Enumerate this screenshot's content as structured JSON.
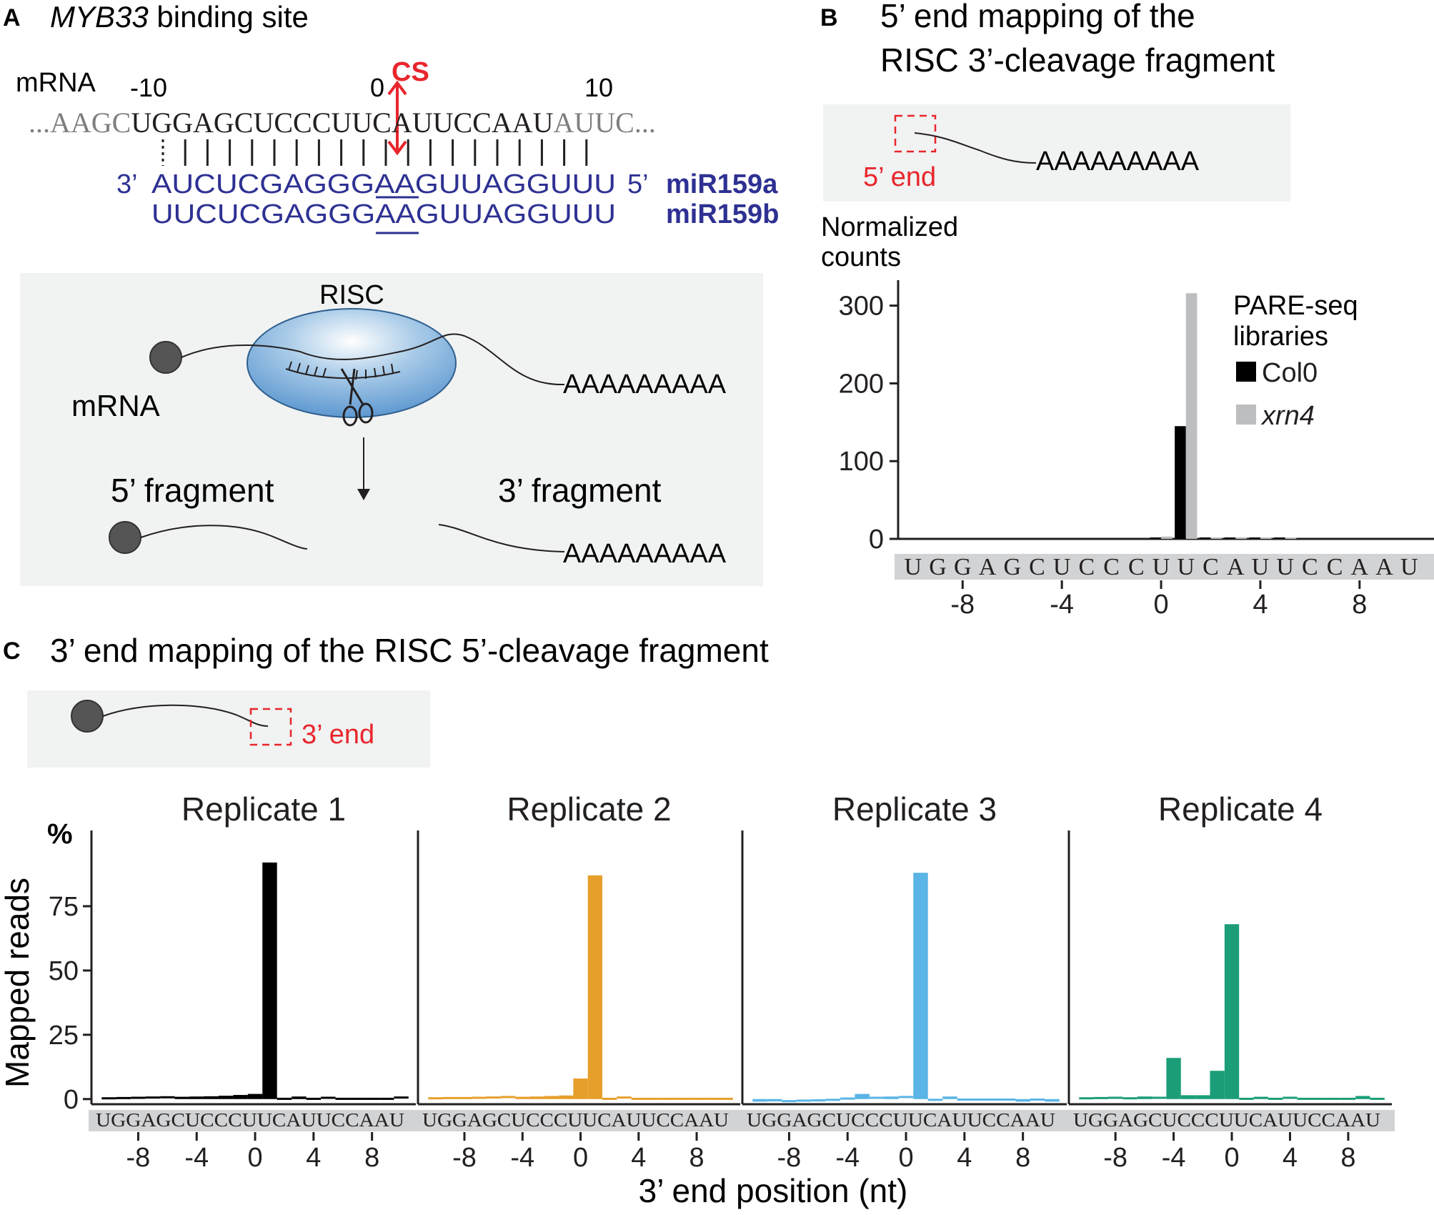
{
  "panel_a": {
    "letter": "A",
    "title_italic": "MYB33",
    "title_rest": " binding site",
    "mrna_label": "mRNA",
    "pos_minus10": "-10",
    "pos_0": "0",
    "pos_10": "10",
    "cs_label": "CS",
    "mrna_seq_left": "...AAGC",
    "mrna_seq_core": "UGGAGCUCCCUUCAUUCCAAU",
    "mrna_seq_right": "AUUC...",
    "pairing": "⋮ | | | | | | | | | | | | | | | | | | |",
    "mir_a_3": "3’",
    "mir_a_seq": "AUCUCGAGGGAAGUUAGGUUU",
    "mir_a_5": "5’",
    "mir_a_name": "miR159a",
    "mir_b_seq": "UUCUCGAGGGAAGUUAGGUUU",
    "mir_b_name": "miR159b",
    "schematic": {
      "risc": "RISC",
      "mrna": "mRNA",
      "polya": "AAAAAAAAA",
      "frag5": "5’ fragment",
      "frag3": "3’ fragment"
    }
  },
  "panel_b": {
    "letter": "B",
    "title_line1": "5’ end mapping of the",
    "title_line2": "RISC 3’-cleavage fragment",
    "end_label": "5’ end",
    "polya": "AAAAAAAAA",
    "ylabel_line1": "Normalized",
    "ylabel_line2": "counts",
    "legend_title_line1": "PARE-seq",
    "legend_title_line2": "libraries",
    "sequence": "UGGAGCUCCCUUCAUUCCAAU"
  },
  "panel_c": {
    "letter": "C",
    "title": "3’ end mapping of the RISC 5’-cleavage fragment",
    "end_label": "3’ end",
    "y_unit": "%",
    "ylabel": "Mapped reads",
    "xlabel": "3’ end position (nt)",
    "sequence": "UGGAGCUCCCUUCAUUCCAAU"
  },
  "colors": {
    "mir_blue": "#2e3192",
    "accent_red": "#e8262c",
    "gray_box": "#f1f2f2",
    "risc_blue": "#6fa8dc",
    "col0": "#000000",
    "xrn4": "#bcbec0",
    "rep1": "#000000",
    "rep2": "#e69f2b",
    "rep3": "#5ab4e5",
    "rep4": "#1b9e77"
  },
  "chart_data": [
    {
      "type": "bar",
      "ylabel": "Normalized counts",
      "xticks": [
        -8,
        -4,
        0,
        4,
        8
      ],
      "yticks": [
        0,
        100,
        200,
        300
      ],
      "ylim": [
        0,
        330
      ],
      "xlim": [
        -10.6,
        11
      ],
      "legend_title": "PARE-seq libraries",
      "legend_position": "top-right",
      "series": [
        {
          "name": "Col0",
          "color": "#000000",
          "x": [
            0,
            1,
            2,
            3,
            4,
            5
          ],
          "values": [
            0.5,
            145,
            1.5,
            0.8,
            0.4,
            0.5
          ]
        },
        {
          "name": "xrn4",
          "color": "#bcbec0",
          "x": [
            0,
            1,
            2,
            3,
            4,
            5
          ],
          "values": [
            3,
            316,
            1.5,
            2,
            0.5,
            1
          ]
        }
      ]
    },
    {
      "type": "bar",
      "title": "Replicate 1",
      "ylabel": "Mapped reads",
      "xlabel": "3’ end position (nt)",
      "color": "#000000",
      "xticks": [
        -8,
        -4,
        0,
        4,
        8
      ],
      "yticks": [
        0,
        25,
        50,
        75
      ],
      "ylim": [
        -2,
        100
      ],
      "x": [
        -10,
        -9,
        -8,
        -7,
        -6,
        -5,
        -4,
        -3,
        -2,
        -1,
        0,
        1,
        2,
        3,
        4,
        5,
        6,
        7,
        8,
        9,
        10
      ],
      "values": [
        0.3,
        0.4,
        0.5,
        0.6,
        0.7,
        0.9,
        1.0,
        1.1,
        1.3,
        1.6,
        2.0,
        92,
        0.1,
        1.0,
        0.1,
        0.5,
        0.1,
        0.1,
        0.1,
        0.1,
        0.6
      ]
    },
    {
      "type": "bar",
      "title": "Replicate 2",
      "color": "#e69f2b",
      "xticks": [
        -8,
        -4,
        0,
        4,
        8
      ],
      "ylim": [
        -2,
        100
      ],
      "x": [
        -10,
        -9,
        -8,
        -7,
        -6,
        -5,
        -4,
        -3,
        -2,
        -1,
        0,
        1,
        2,
        3,
        4,
        5,
        6,
        7,
        8,
        9,
        10
      ],
      "values": [
        0.3,
        0.4,
        0.4,
        0.5,
        0.6,
        0.8,
        0.9,
        1.0,
        1.2,
        1.4,
        8.0,
        87,
        0.1,
        0.6,
        0.1,
        0.1,
        0.1,
        0.1,
        0.1,
        0.1,
        0.1
      ]
    },
    {
      "type": "bar",
      "title": "Replicate 3",
      "color": "#5ab4e5",
      "xticks": [
        -8,
        -4,
        0,
        4,
        8
      ],
      "ylim": [
        -2,
        100
      ],
      "x": [
        -10,
        -9,
        -8,
        -7,
        -6,
        -5,
        -4,
        -3,
        -2,
        -1,
        0,
        1,
        2,
        3,
        4,
        5,
        6,
        7,
        8,
        9,
        10
      ],
      "values": [
        -1.0,
        -0.9,
        -0.8,
        -0.6,
        -0.5,
        -0.3,
        0.2,
        2.0,
        0.5,
        1.0,
        0.8,
        88,
        -0.3,
        1.0,
        -0.2,
        -0.2,
        -0.2,
        -0.2,
        -1.0,
        -0.2,
        -1.0
      ]
    },
    {
      "type": "bar",
      "title": "Replicate 4",
      "color": "#1b9e77",
      "xticks": [
        -8,
        -4,
        0,
        4,
        8
      ],
      "ylim": [
        -2,
        100
      ],
      "x": [
        -10,
        -9,
        -8,
        -7,
        -6,
        -5,
        -4,
        -3,
        -2,
        -1,
        0,
        1,
        2,
        3,
        4,
        5,
        6,
        7,
        8,
        9,
        10
      ],
      "values": [
        0.3,
        0.4,
        0.5,
        0.3,
        1.0,
        0.5,
        16,
        1.5,
        1.5,
        11,
        68,
        0.1,
        0.9,
        0.1,
        0.5,
        0.1,
        0.1,
        0.1,
        0.1,
        1.2,
        0.1
      ]
    }
  ]
}
